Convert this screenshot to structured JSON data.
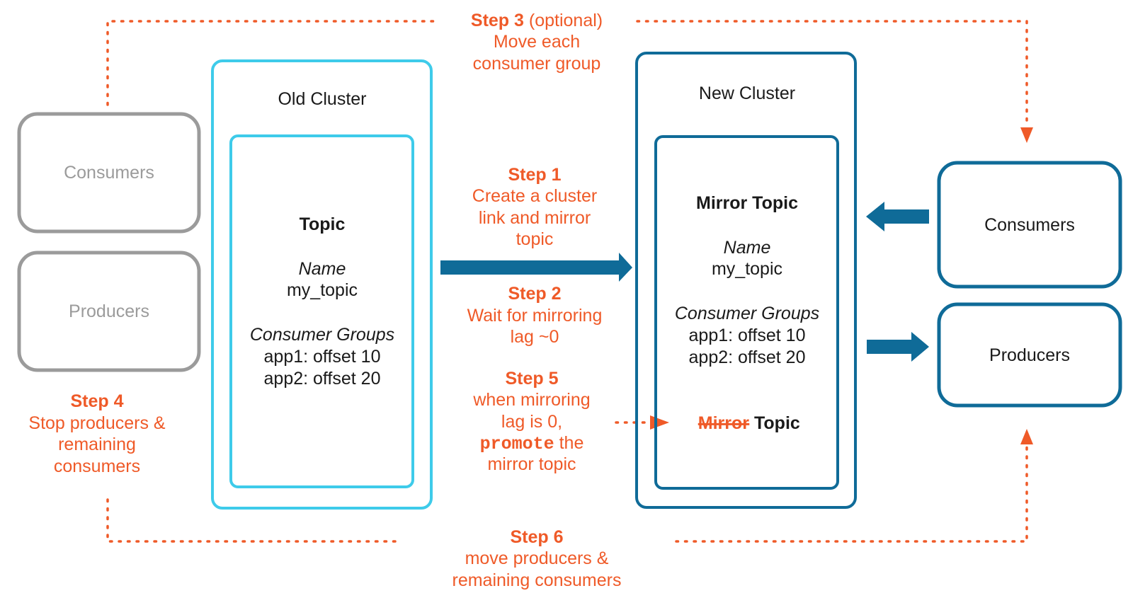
{
  "left": {
    "consumers_label": "Consumers",
    "producers_label": "Producers"
  },
  "old_cluster": {
    "title": "Old Cluster",
    "topic_heading": "Topic",
    "name_label": "Name",
    "name_value": "my_topic",
    "groups_label": "Consumer Groups",
    "groups": [
      "app1: offset 10",
      "app2: offset 20"
    ]
  },
  "new_cluster": {
    "title": "New Cluster",
    "topic_heading": "Mirror Topic",
    "name_label": "Name",
    "name_value": "my_topic",
    "groups_label": "Consumer Groups",
    "groups": [
      "app1: offset 10",
      "app2: offset 20"
    ],
    "promoted_struck": "Mirror",
    "promoted_word": "Topic"
  },
  "right": {
    "consumers_label": "Consumers",
    "producers_label": "Producers"
  },
  "steps": {
    "step1": {
      "label": "Step 1",
      "lines": [
        "Create a cluster",
        "link and mirror",
        "topic"
      ]
    },
    "step2": {
      "label": "Step 2",
      "lines": [
        "Wait for mirroring",
        "lag ~0"
      ]
    },
    "step3": {
      "label": "Step 3",
      "qualifier": "(optional)",
      "lines": [
        "Move each",
        "consumer group"
      ]
    },
    "step4": {
      "label": "Step 4",
      "lines": [
        "Stop producers &",
        "remaining",
        "consumers"
      ]
    },
    "step5": {
      "label": "Step 5",
      "lines": [
        "when mirroring",
        "lag is 0,"
      ],
      "command": "promote",
      "command_suffix": " the",
      "last_line": "mirror topic"
    },
    "step6": {
      "label": "Step 6",
      "lines": [
        "move producers &",
        "remaining consumers"
      ]
    }
  },
  "colors": {
    "orange": "#ef5a28",
    "dark_blue": "#0f6b98",
    "light_blue": "#3ecbea",
    "gray": "#9b9b9b"
  }
}
